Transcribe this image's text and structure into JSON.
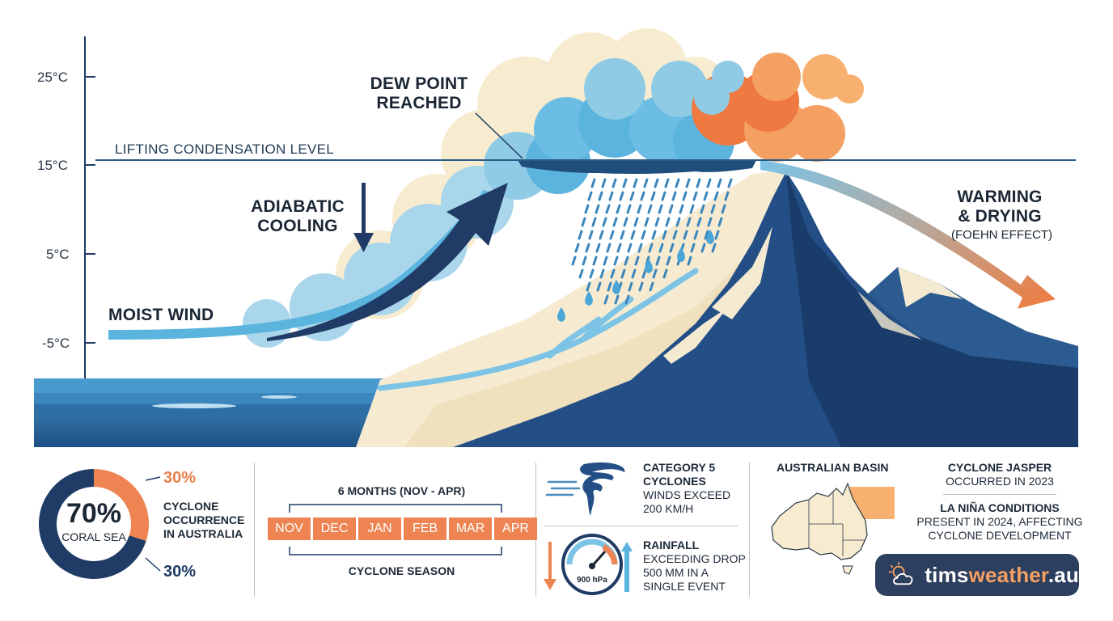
{
  "axis": {
    "ticks": [
      "25°C",
      "15°C",
      "5°C",
      "-5°C"
    ]
  },
  "labels": {
    "lifting_condensation_level": "LIFTING CONDENSATION LEVEL",
    "dew_point_line1": "DEW POINT",
    "dew_point_line2": "REACHED",
    "adiabatic_line1": "ADIABATIC",
    "adiabatic_line2": "COOLING",
    "moist_wind": "MOIST WIND",
    "warming_line1": "WARMING",
    "warming_line2": "& DRYING",
    "foehn": "(FOEHN EFFECT)"
  },
  "donut": {
    "center_value": "70%",
    "center_label": "CORAL SEA",
    "top_pct": "30%",
    "bottom_pct": "30%",
    "caption_line1": "CYCLONE",
    "caption_line2": "OCCURRENCE",
    "caption_line3": "IN AUSTRALIA",
    "segments": [
      {
        "fraction": 0.3,
        "color": "#ee8452"
      },
      {
        "fraction": 0.7,
        "color": "#1f3b66"
      }
    ]
  },
  "season": {
    "title": "6 MONTHS (NOV - APR)",
    "months": [
      "NOV",
      "DEC",
      "JAN",
      "FEB",
      "MAR",
      "APR"
    ],
    "caption": "CYCLONE SEASON"
  },
  "cyclones": {
    "cat5_line1": "CATEGORY 5",
    "cat5_line2": "CYCLONES",
    "cat5_line3": "WINDS EXCEED",
    "cat5_line4": "200 KM/H",
    "gauge_label": "900 hPa",
    "rain_line1": "RAINFALL",
    "rain_line2": "EXCEEDING DROP",
    "rain_line3": "500 MM IN A",
    "rain_line4": "SINGLE EVENT"
  },
  "basin": {
    "title": "AUSTRALIAN BASIN"
  },
  "facts": {
    "jasper_line1": "CYCLONE JASPER",
    "jasper_line2": "OCCURRED IN 2023",
    "lanina_line1": "LA NIÑA CONDITIONS",
    "lanina_line2": "PRESENT IN 2024, AFFECTING",
    "lanina_line3": "CYCLONE DEVELOPMENT"
  },
  "brand": {
    "name_part1": "tims",
    "name_part2": "weather",
    "name_part3": ".au"
  },
  "colors": {
    "navy": "#1f3b66",
    "orange": "#ee8452",
    "light_blue": "#5ab4dd",
    "cream": "#f7ecd0"
  }
}
